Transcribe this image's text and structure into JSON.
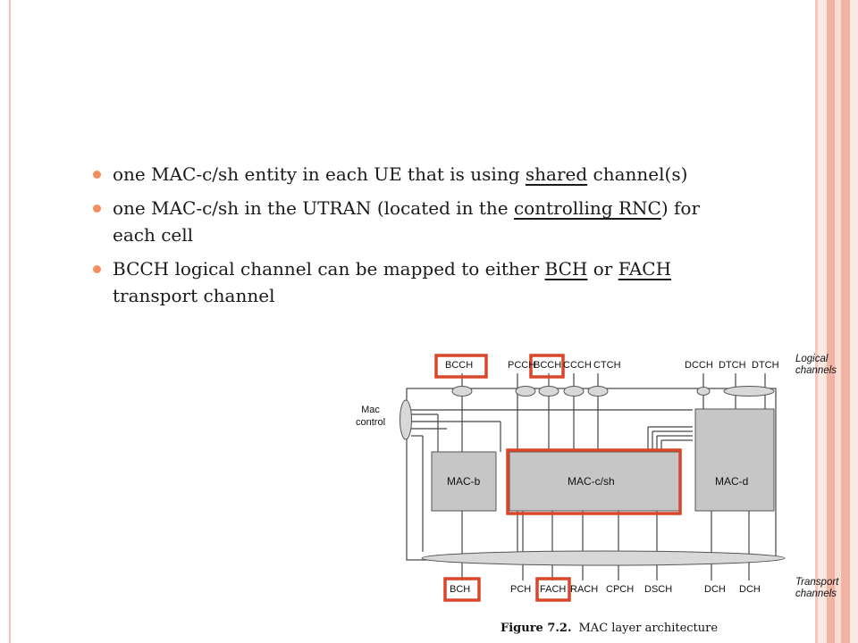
{
  "bullets": [
    {
      "text_a": "one MAC-c/sh entity in each UE that is using ",
      "link": "shared",
      "text_b": " channel(s)"
    },
    {
      "text_a": "one MAC-c/sh in the UTRAN (located in the ",
      "link": "controlling RNC",
      "text_b": ") for each cell"
    },
    {
      "text_a": "BCCH logical channel can be mapped to either ",
      "link": "BCH",
      "text_b": "",
      "text_c": " or ",
      "link2": "FACH",
      "text_d": " transport channel"
    }
  ],
  "diagram": {
    "logical_channels": [
      "BCCH",
      "PCCH",
      "BCCH",
      "CCCH",
      "CTCH",
      "DCCH",
      "DTCH",
      "DTCH"
    ],
    "transport_channels": [
      "BCH",
      "PCH",
      "FACH",
      "RACH",
      "CPCH",
      "DSCH",
      "DCH",
      "DCH"
    ],
    "blocks": {
      "mac_b": "MAC-b",
      "mac_csh": "MAC-c/sh",
      "mac_d": "MAC-d"
    },
    "mac_control": "Mac\ncontrol",
    "logical_label": "Logical\nchannels",
    "transport_label": "Transport\nchannels",
    "caption_num": "Figure 7.2.",
    "caption_text": "MAC layer architecture",
    "highlight_color": "#d9462a"
  }
}
